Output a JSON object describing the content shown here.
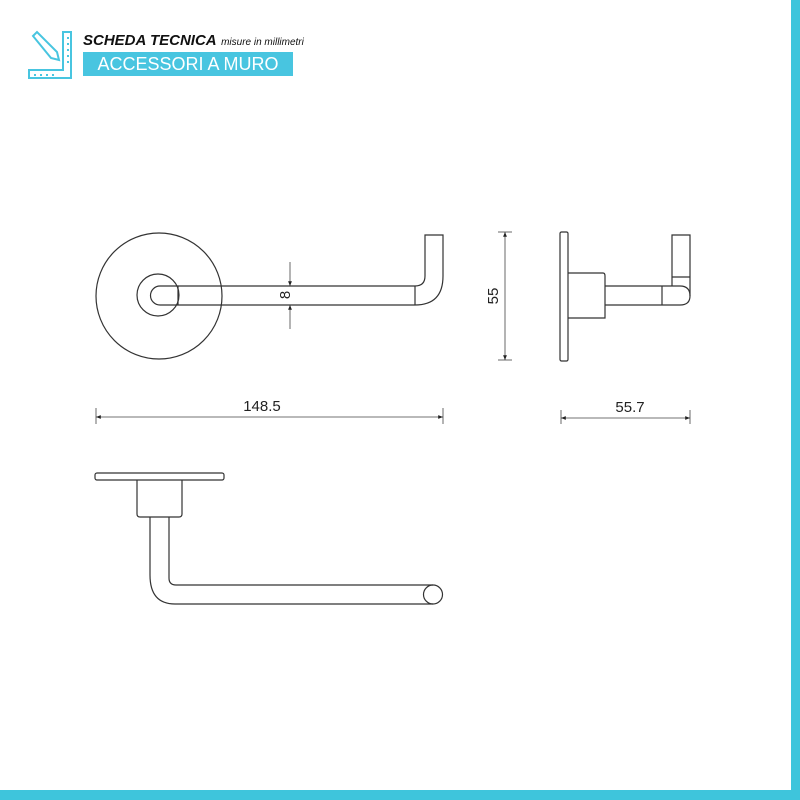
{
  "header": {
    "title": "SCHEDA TECNICA",
    "subtitle": "misure in millimetri",
    "banner": "ACCESSORI A MURO",
    "icon": "pencil-ruler-icon"
  },
  "dimensions": {
    "bar_diameter": "8",
    "height": "55",
    "length": "148.5",
    "depth": "55.7"
  },
  "colors": {
    "accent": "#3ec5dc",
    "line": "#333333"
  }
}
